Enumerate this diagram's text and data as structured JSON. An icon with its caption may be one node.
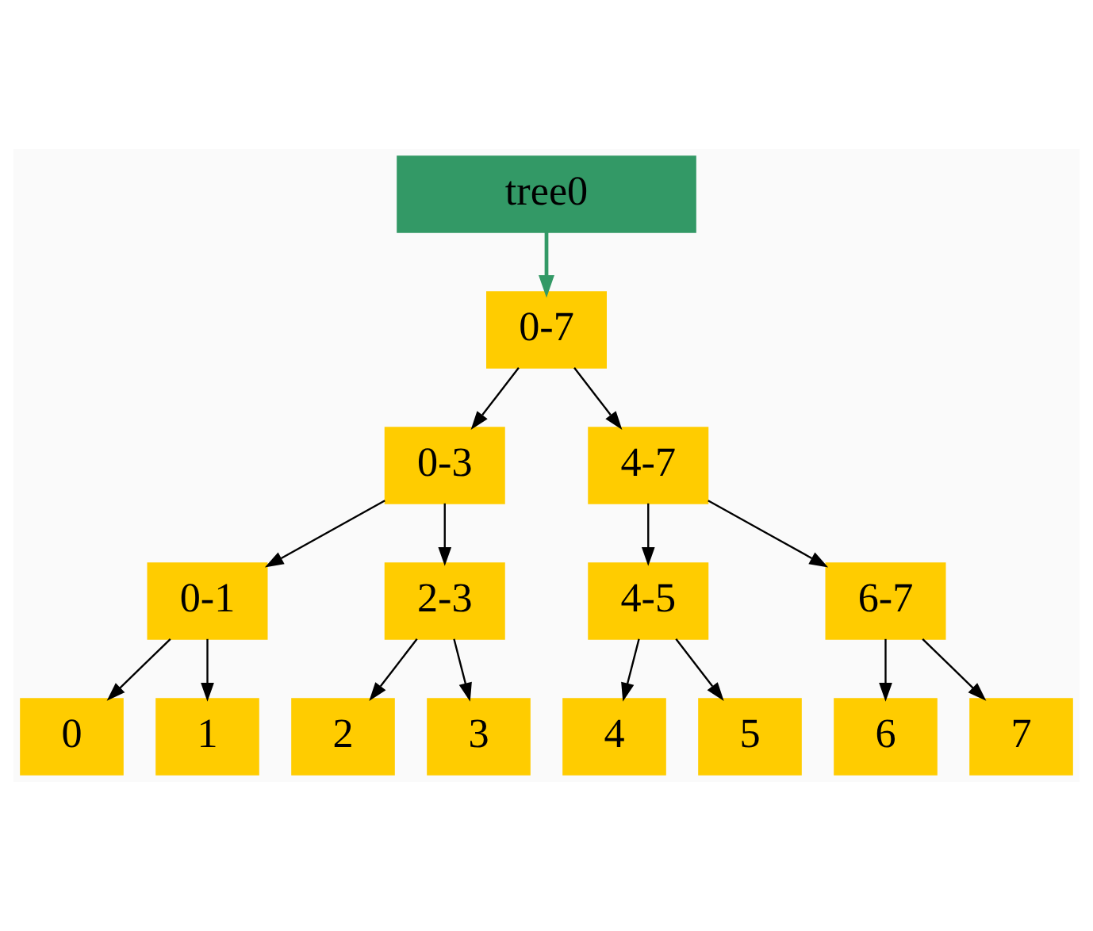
{
  "diagram": {
    "nodes": [
      {
        "text": [
          "tree0"
        ]
      },
      {
        "text": [
          "0-7"
        ]
      },
      {
        "text": [
          "0-3"
        ]
      },
      {
        "text": [
          "4-7"
        ]
      },
      {
        "text": [
          "0-1"
        ]
      },
      {
        "text": [
          "2-3"
        ]
      },
      {
        "text": [
          "4-5"
        ]
      },
      {
        "text": [
          "6-7"
        ]
      },
      {
        "text": [
          "0"
        ]
      },
      {
        "text": [
          "1"
        ]
      },
      {
        "text": [
          "2"
        ]
      },
      {
        "text": [
          "3"
        ]
      },
      {
        "text": [
          "4"
        ]
      },
      {
        "text": [
          "5"
        ]
      },
      {
        "text": [
          "6"
        ]
      },
      {
        "text": [
          "7"
        ]
      }
    ],
    "edges": [
      {
        "from": 0,
        "to": 1,
        "arrow": "to",
        "color": "#339966"
      },
      {
        "from": 1,
        "to": 2,
        "arrow": "to"
      },
      {
        "from": 1,
        "to": 3,
        "arrow": "to"
      },
      {
        "from": 2,
        "to": 4,
        "arrow": "to"
      },
      {
        "from": 2,
        "to": 5,
        "arrow": "to"
      },
      {
        "from": 3,
        "to": 6,
        "arrow": "to"
      },
      {
        "from": 3,
        "to": 7,
        "arrow": "to"
      },
      {
        "from": 4,
        "to": 8,
        "arrow": "to"
      },
      {
        "from": 4,
        "to": 9,
        "arrow": "to"
      },
      {
        "from": 5,
        "to": 10,
        "arrow": "to"
      },
      {
        "from": 5,
        "to": 11,
        "arrow": "to"
      },
      {
        "from": 6,
        "to": 12,
        "arrow": "to"
      },
      {
        "from": 6,
        "to": 13,
        "arrow": "to"
      },
      {
        "from": 7,
        "to": 14,
        "arrow": "to"
      },
      {
        "from": 7,
        "to": 15,
        "arrow": "to"
      }
    ]
  }
}
